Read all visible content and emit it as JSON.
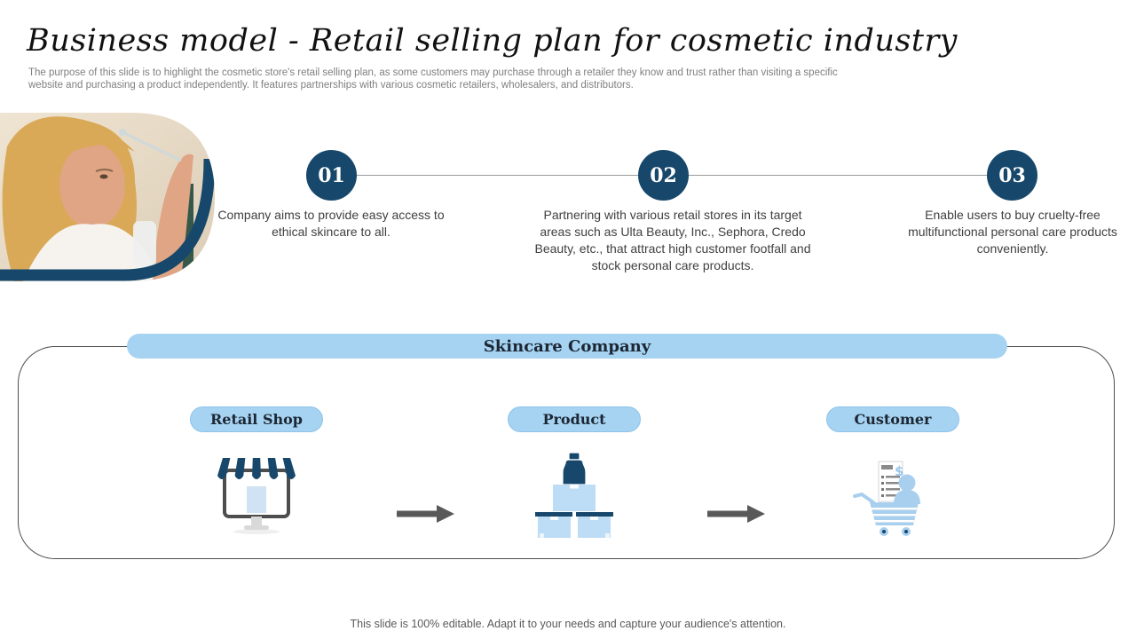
{
  "slide": {
    "title": "Business model - Retail selling plan for cosmetic industry",
    "subtitle": "The purpose of this slide is to highlight the cosmetic store's retail selling plan, as some customers may purchase through a retailer they know and trust rather than visiting a specific website and purchasing a product independently. It features partnerships with various cosmetic retailers, wholesalers, and distributors.",
    "footer": "This slide is 100% editable. Adapt it to your needs and capture your audience's attention."
  },
  "timeline": {
    "steps": [
      {
        "number": "01",
        "text": "Company aims to provide easy access to ethical skincare to all."
      },
      {
        "number": "02",
        "text": "Partnering with various retail stores in its target areas such as Ulta Beauty, Inc., Sephora, Credo Beauty, etc., that attract high customer footfall and stock personal care products."
      },
      {
        "number": "03",
        "text": "Enable users to buy cruelty-free multifunctional personal care products conveniently."
      }
    ]
  },
  "flow": {
    "header": "Skincare Company",
    "nodes": [
      {
        "label": "Retail Shop",
        "icon": "storefront-monitor-icon"
      },
      {
        "label": "Product",
        "icon": "product-boxes-icon"
      },
      {
        "label": "Customer",
        "icon": "shopper-cart-icon"
      }
    ],
    "connector": "right-arrow"
  },
  "image": {
    "description": "woman applying skincare serum with dropper"
  },
  "colors": {
    "navy": "#17486B",
    "light_blue": "#A6D3F2",
    "icon_blue": "#B9D9F3",
    "arrow_gray": "#595959",
    "body_text": "#404040",
    "muted_text": "#7F7F7F"
  }
}
